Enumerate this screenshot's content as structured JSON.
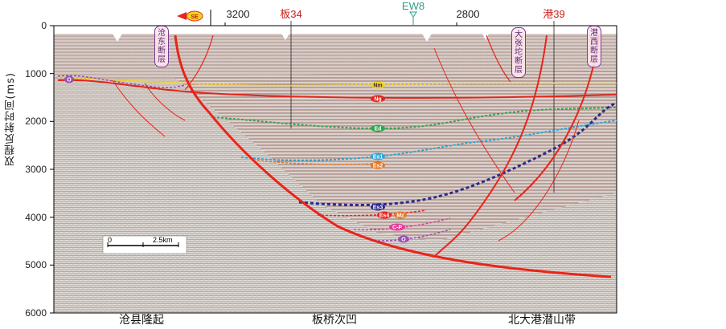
{
  "axis": {
    "ylabel": "双程反射时间(ms)",
    "yticks": [
      "0",
      "1000",
      "2000",
      "3000",
      "4000",
      "5000",
      "6000"
    ]
  },
  "top_labels": {
    "direction": "SE",
    "cdp_3200": "3200",
    "well_ban34": "板34",
    "well_ew8": "EW8",
    "cdp_2800": "2800",
    "well_gang39": "港39"
  },
  "faults": {
    "cangdong": "沧东断层",
    "dazhangtuo": "大张坨断层",
    "gangxi": "港西断层"
  },
  "horizons": [
    "Nm",
    "Ng",
    "Ed",
    "Es1",
    "Es2",
    "Es3",
    "Es4",
    "Mz",
    "C-P",
    "O"
  ],
  "scale_bar": {
    "start": "0",
    "end": "2.5km"
  },
  "regions": {
    "left": "沧县隆起",
    "center": "板桥次凹",
    "right": "北大港潜山带"
  },
  "colors": {
    "fault": "#e8241b",
    "Nm": "#f2d21f",
    "Ng": "#e0261c",
    "Ed": "#2fa84a",
    "Es1": "#2aa6d8",
    "Es2": "#e8741b",
    "Es3": "#2a2a8c",
    "Es4": "#e8261c",
    "CP": "#e83a9a",
    "O": "#9a4fb5"
  }
}
